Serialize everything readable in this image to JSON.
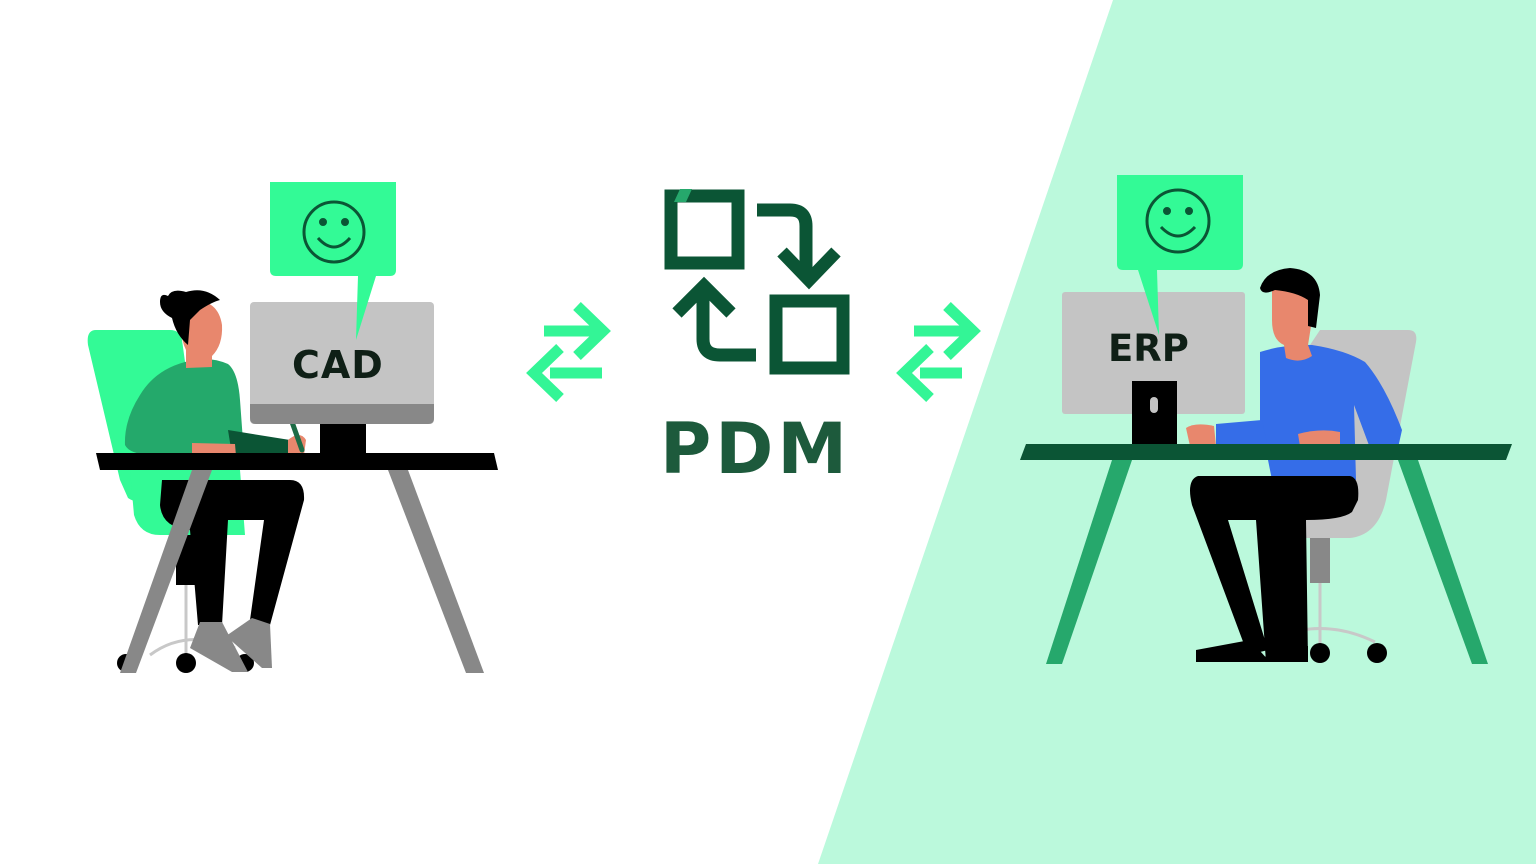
{
  "diagram": {
    "left_system": {
      "label": "CAD",
      "status_icon": "smiley-face-icon"
    },
    "center_system": {
      "label": "PDM",
      "icon": "sync-squares-icon"
    },
    "right_system": {
      "label": "ERP",
      "status_icon": "smiley-face-icon"
    },
    "connectors": [
      {
        "from": "CAD",
        "to": "PDM",
        "icon": "bidirectional-arrows-icon"
      },
      {
        "from": "PDM",
        "to": "ERP",
        "icon": "bidirectional-arrows-icon"
      }
    ]
  },
  "colors": {
    "background": "#ffffff",
    "right_panel": "#bbf9dc",
    "bubble_green": "#33fa96",
    "arrow_green": "#33f596",
    "dark_green": "#0b5535",
    "mid_green": "#26a86c",
    "monitor_gray": "#c4c4c4",
    "monitor_bezel": "#888888",
    "skin": "#e8876d",
    "blue_shirt": "#356de8",
    "black": "#000000"
  }
}
